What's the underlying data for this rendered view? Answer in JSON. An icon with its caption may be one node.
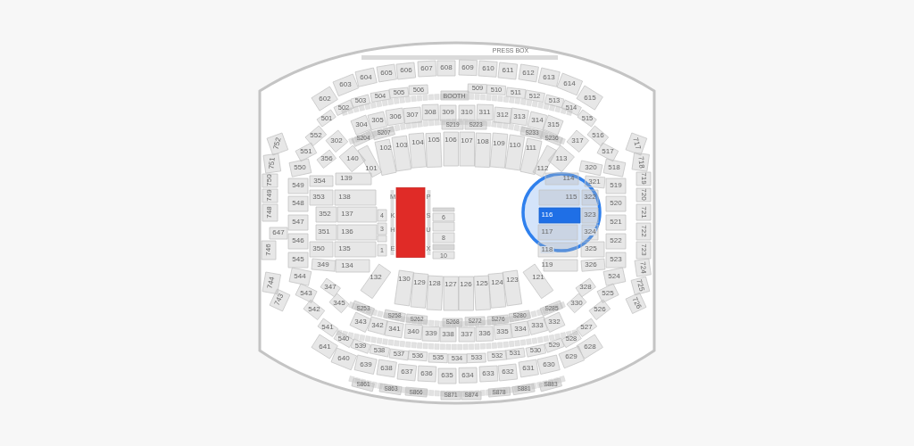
{
  "diagram": {
    "nodes": [
      {
        "text": [
          "PRESS BOX"
        ]
      },
      {
        "text": [
          "602"
        ]
      },
      {
        "text": [
          "603"
        ]
      },
      {
        "text": [
          "604"
        ]
      },
      {
        "text": [
          "605"
        ]
      },
      {
        "text": [
          "606"
        ]
      },
      {
        "text": [
          "607"
        ]
      },
      {
        "text": [
          "608"
        ]
      },
      {
        "text": [
          "609"
        ]
      },
      {
        "text": [
          "610"
        ]
      },
      {
        "text": [
          "611"
        ]
      },
      {
        "text": [
          "612"
        ]
      },
      {
        "text": [
          "613"
        ]
      },
      {
        "text": [
          "614"
        ]
      },
      {
        "text": [
          "615"
        ]
      },
      {
        "text": [
          "501"
        ]
      },
      {
        "text": [
          "502"
        ]
      },
      {
        "text": [
          "503"
        ]
      },
      {
        "text": [
          "504"
        ]
      },
      {
        "text": [
          "505"
        ]
      },
      {
        "text": [
          "506"
        ]
      },
      {
        "text": [
          "BOOTH"
        ]
      },
      {
        "text": [
          "509"
        ]
      },
      {
        "text": [
          "510"
        ]
      },
      {
        "text": [
          "511"
        ]
      },
      {
        "text": [
          "512"
        ]
      },
      {
        "text": [
          "513"
        ]
      },
      {
        "text": [
          "514"
        ]
      },
      {
        "text": [
          "515"
        ]
      },
      {
        "text": [
          "302"
        ]
      },
      {
        "text": [
          "304"
        ]
      },
      {
        "text": [
          "305"
        ]
      },
      {
        "text": [
          "306"
        ]
      },
      {
        "text": [
          "307"
        ]
      },
      {
        "text": [
          "308"
        ]
      },
      {
        "text": [
          "309"
        ]
      },
      {
        "text": [
          "310"
        ]
      },
      {
        "text": [
          "311"
        ]
      },
      {
        "text": [
          "312"
        ]
      },
      {
        "text": [
          "313"
        ]
      },
      {
        "text": [
          "314"
        ]
      },
      {
        "text": [
          "315"
        ]
      },
      {
        "text": [
          "317"
        ]
      },
      {
        "text": [
          "S204"
        ]
      },
      {
        "text": [
          "S207"
        ]
      },
      {
        "text": [
          "S219"
        ]
      },
      {
        "text": [
          "S223"
        ]
      },
      {
        "text": [
          "S233"
        ]
      },
      {
        "text": [
          "S236"
        ]
      },
      {
        "text": [
          "140"
        ]
      },
      {
        "text": [
          "101"
        ]
      },
      {
        "text": [
          "102"
        ]
      },
      {
        "text": [
          "103"
        ]
      },
      {
        "text": [
          "104"
        ]
      },
      {
        "text": [
          "105"
        ]
      },
      {
        "text": [
          "106"
        ]
      },
      {
        "text": [
          "107"
        ]
      },
      {
        "text": [
          "108"
        ]
      },
      {
        "text": [
          "109"
        ]
      },
      {
        "text": [
          "110"
        ]
      },
      {
        "text": [
          "111"
        ]
      },
      {
        "text": [
          "112"
        ]
      },
      {
        "text": [
          "113"
        ]
      },
      {
        "text": [
          "752"
        ]
      },
      {
        "text": [
          "751"
        ]
      },
      {
        "text": [
          "750"
        ]
      },
      {
        "text": [
          "749"
        ]
      },
      {
        "text": [
          "748"
        ]
      },
      {
        "text": [
          "647"
        ]
      },
      {
        "text": [
          "746"
        ]
      },
      {
        "text": [
          "744"
        ]
      },
      {
        "text": [
          "743"
        ]
      },
      {
        "text": [
          "552"
        ]
      },
      {
        "text": [
          "551"
        ]
      },
      {
        "text": [
          "550"
        ]
      },
      {
        "text": [
          "549"
        ]
      },
      {
        "text": [
          "548"
        ]
      },
      {
        "text": [
          "547"
        ]
      },
      {
        "text": [
          "546"
        ]
      },
      {
        "text": [
          "545"
        ]
      },
      {
        "text": [
          "544"
        ]
      },
      {
        "text": [
          "543"
        ]
      },
      {
        "text": [
          "542"
        ]
      },
      {
        "text": [
          "541"
        ]
      },
      {
        "text": [
          "356"
        ]
      },
      {
        "text": [
          "354"
        ]
      },
      {
        "text": [
          "353"
        ]
      },
      {
        "text": [
          "352"
        ]
      },
      {
        "text": [
          "351"
        ]
      },
      {
        "text": [
          "350"
        ]
      },
      {
        "text": [
          "349"
        ]
      },
      {
        "text": [
          "347"
        ]
      },
      {
        "text": [
          "345"
        ]
      },
      {
        "text": [
          "139"
        ]
      },
      {
        "text": [
          "138"
        ]
      },
      {
        "text": [
          "137"
        ]
      },
      {
        "text": [
          "136"
        ]
      },
      {
        "text": [
          "135"
        ]
      },
      {
        "text": [
          "134"
        ]
      },
      {
        "text": [
          "4"
        ]
      },
      {
        "text": [
          "3"
        ]
      },
      {
        "text": [],
        "shape": "box"
      },
      {
        "text": [
          "1"
        ]
      },
      {
        "text": [],
        "shape": "box"
      },
      {
        "text": [],
        "shape": "bar"
      },
      {
        "text": [
          "6"
        ]
      },
      {
        "text": [],
        "shape": "box"
      },
      {
        "text": [
          "8"
        ]
      },
      {
        "text": [],
        "shape": "bar"
      },
      {
        "text": [
          "10"
        ]
      },
      {
        "text": [
          "114"
        ]
      },
      {
        "text": [
          "115"
        ]
      },
      {
        "text": [
          "116"
        ]
      },
      {
        "text": [
          "117"
        ]
      },
      {
        "text": [
          "118"
        ]
      },
      {
        "text": [
          "119"
        ]
      },
      {
        "text": [
          "320"
        ]
      },
      {
        "text": [
          "321"
        ]
      },
      {
        "text": [
          "322"
        ]
      },
      {
        "text": [
          "323"
        ]
      },
      {
        "text": [
          "324"
        ]
      },
      {
        "text": [
          "325"
        ]
      },
      {
        "text": [
          "326"
        ]
      },
      {
        "text": [
          "328"
        ]
      },
      {
        "text": [
          "330"
        ]
      },
      {
        "text": [
          "516"
        ]
      },
      {
        "text": [
          "517"
        ]
      },
      {
        "text": [
          "518"
        ]
      },
      {
        "text": [
          "519"
        ]
      },
      {
        "text": [
          "520"
        ]
      },
      {
        "text": [
          "521"
        ]
      },
      {
        "text": [
          "522"
        ]
      },
      {
        "text": [
          "523"
        ]
      },
      {
        "text": [
          "524"
        ]
      },
      {
        "text": [
          "525"
        ]
      },
      {
        "text": [
          "526"
        ]
      },
      {
        "text": [
          "527"
        ]
      },
      {
        "text": [
          "717"
        ]
      },
      {
        "text": [
          "718"
        ]
      },
      {
        "text": [
          "719"
        ]
      },
      {
        "text": [
          "720"
        ]
      },
      {
        "text": [
          "721"
        ]
      },
      {
        "text": [
          "722"
        ]
      },
      {
        "text": [
          "723"
        ]
      },
      {
        "text": [
          "724"
        ]
      },
      {
        "text": [
          "725"
        ]
      },
      {
        "text": [
          "726"
        ]
      },
      {
        "text": [
          "132"
        ]
      },
      {
        "text": [
          "130"
        ]
      },
      {
        "text": [
          "129"
        ]
      },
      {
        "text": [
          "128"
        ]
      },
      {
        "text": [
          "127"
        ]
      },
      {
        "text": [
          "126"
        ]
      },
      {
        "text": [
          "125"
        ]
      },
      {
        "text": [
          "124"
        ]
      },
      {
        "text": [
          "123"
        ]
      },
      {
        "text": [
          "121"
        ]
      },
      {
        "text": [
          "S253"
        ]
      },
      {
        "text": [
          "S258"
        ]
      },
      {
        "text": [
          "S262"
        ]
      },
      {
        "text": [
          "S268"
        ]
      },
      {
        "text": [
          "S272"
        ]
      },
      {
        "text": [
          "S276"
        ]
      },
      {
        "text": [
          "S280"
        ]
      },
      {
        "text": [
          "S285"
        ]
      },
      {
        "text": [
          "343"
        ]
      },
      {
        "text": [
          "342"
        ]
      },
      {
        "text": [
          "341"
        ]
      },
      {
        "text": [
          "340"
        ]
      },
      {
        "text": [
          "339"
        ]
      },
      {
        "text": [
          "338"
        ]
      },
      {
        "text": [
          "337"
        ]
      },
      {
        "text": [
          "336"
        ]
      },
      {
        "text": [
          "335"
        ]
      },
      {
        "text": [
          "334"
        ]
      },
      {
        "text": [
          "333"
        ]
      },
      {
        "text": [
          "332"
        ]
      },
      {
        "text": [
          "540"
        ]
      },
      {
        "text": [
          "539"
        ]
      },
      {
        "text": [
          "538"
        ]
      },
      {
        "text": [
          "537"
        ]
      },
      {
        "text": [
          "536"
        ]
      },
      {
        "text": [
          "535"
        ]
      },
      {
        "text": [
          "534"
        ]
      },
      {
        "text": [
          "533"
        ]
      },
      {
        "text": [
          "532"
        ]
      },
      {
        "text": [
          "531"
        ]
      },
      {
        "text": [
          "530"
        ]
      },
      {
        "text": [
          "529"
        ]
      },
      {
        "text": [
          "528"
        ]
      },
      {
        "text": [
          "641"
        ]
      },
      {
        "text": [
          "640"
        ]
      },
      {
        "text": [
          "639"
        ]
      },
      {
        "text": [
          "638"
        ]
      },
      {
        "text": [
          "637"
        ]
      },
      {
        "text": [
          "636"
        ]
      },
      {
        "text": [
          "635"
        ]
      },
      {
        "text": [
          "634"
        ]
      },
      {
        "text": [
          "633"
        ]
      },
      {
        "text": [
          "632"
        ]
      },
      {
        "text": [
          "631"
        ]
      },
      {
        "text": [
          "630"
        ]
      },
      {
        "text": [
          "629"
        ]
      },
      {
        "text": [
          "628"
        ]
      },
      {
        "text": [
          "S861"
        ]
      },
      {
        "text": [
          "S863"
        ]
      },
      {
        "text": [
          "S866"
        ]
      },
      {
        "text": [
          "S871"
        ]
      },
      {
        "text": [
          "S874"
        ]
      },
      {
        "text": [
          "S878"
        ]
      },
      {
        "text": [
          "S881"
        ]
      },
      {
        "text": [
          "S883"
        ]
      }
    ],
    "labels": [
      "M",
      "P",
      "K",
      "S",
      "H",
      "U",
      "E",
      "X"
    ]
  }
}
